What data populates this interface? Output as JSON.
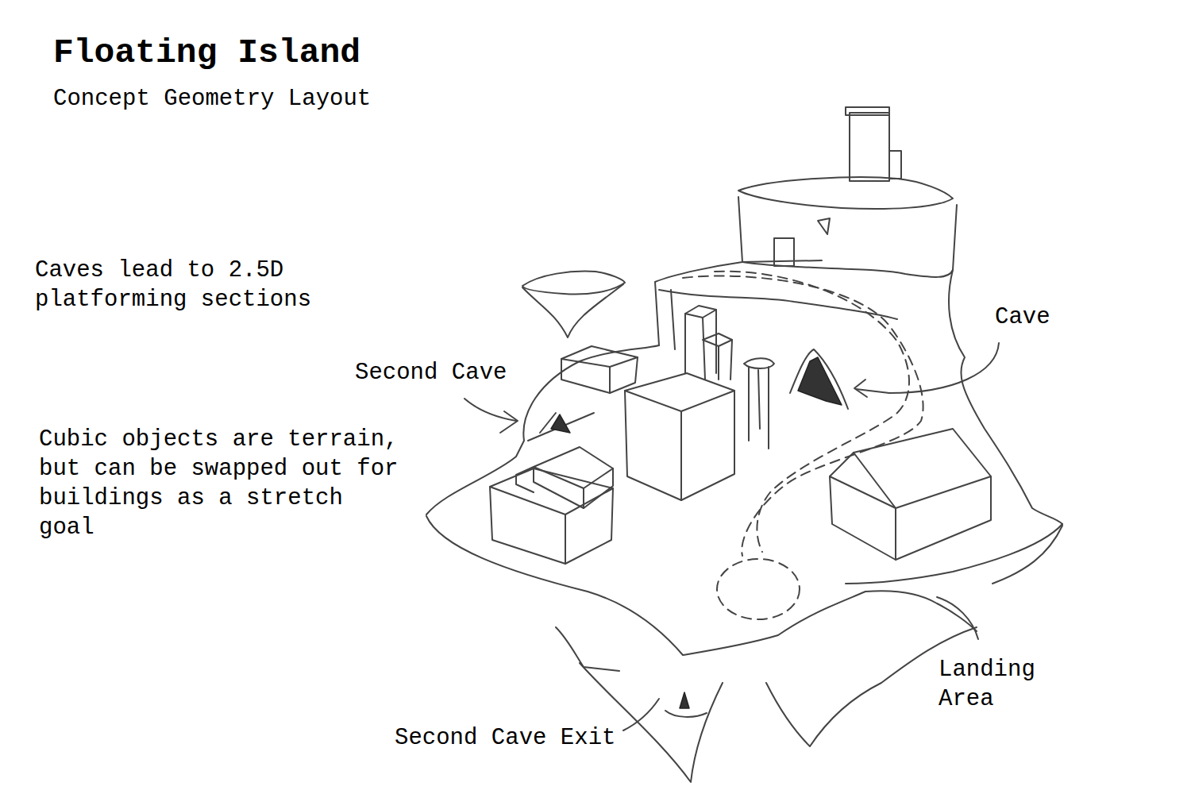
{
  "diagram": {
    "title": "Floating Island",
    "labels": [
      "Concept Geometry Layout",
      "Caves lead to 2.5D platforming sections",
      "Cubic objects are terrain, but can be swapped out for buildings as a stretch goal",
      "Second Cave",
      "Cave",
      "Landing Area",
      "Second Cave Exit"
    ]
  }
}
